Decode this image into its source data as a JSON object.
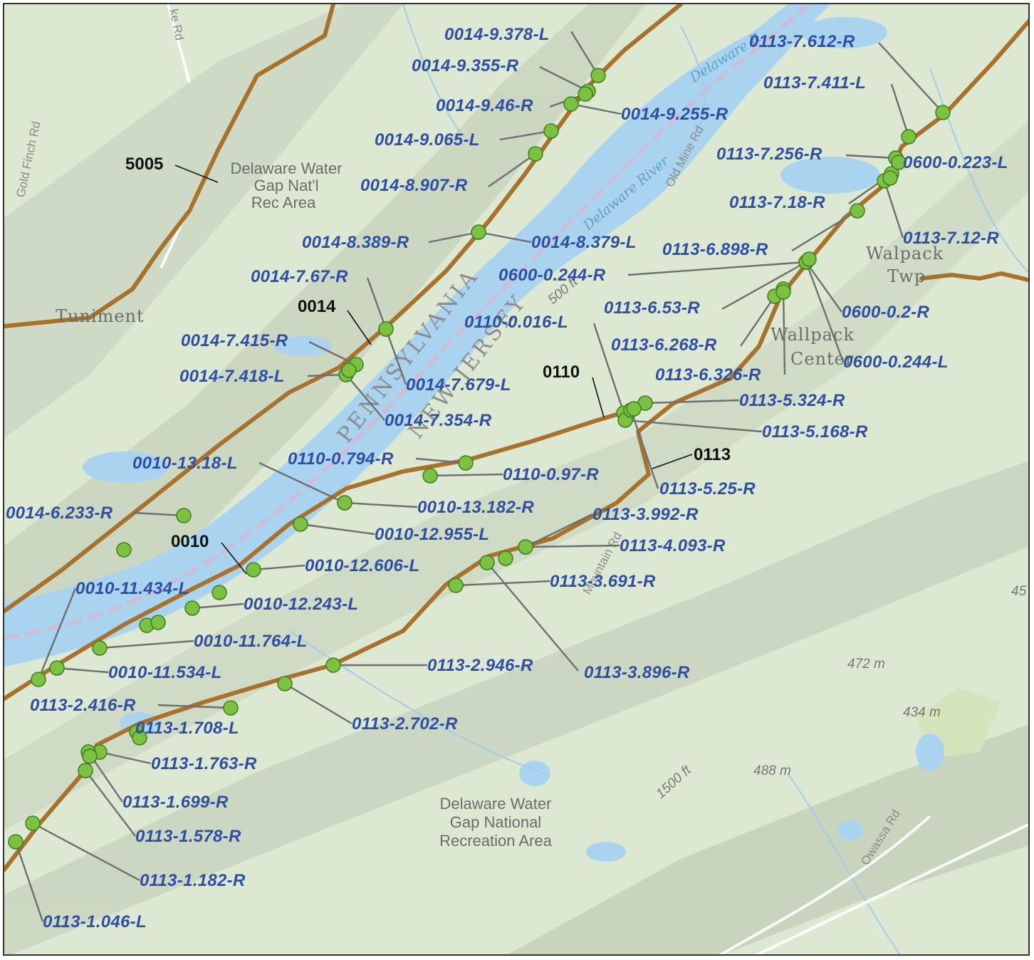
{
  "colors": {
    "route": "#a8712c",
    "site_fill": "#7dc142",
    "site_stroke": "#3f7d1f",
    "leader": "#6e6e6e",
    "callout_text": "#2e4fa3",
    "water": "#a9d3ef",
    "land": "#dfe9d6"
  },
  "routes": [
    {
      "label": "5005"
    },
    {
      "label": "0014"
    },
    {
      "label": "0010"
    },
    {
      "label": "0110"
    },
    {
      "label": "0113"
    }
  ],
  "sites": [
    "0014-9.378-L",
    "0014-9.355-R",
    "0014-9.46-R",
    "0014-9.255-R",
    "0014-9.065-L",
    "0014-8.907-R",
    "0014-8.389-R",
    "0014-8.379-L",
    "0014-7.67-R",
    "0014-7.415-R",
    "0014-7.418-L",
    "0014-7.679-L",
    "0014-7.354-R",
    "0014-6.233-R",
    "0010-13.18-L",
    "0010-13.182-R",
    "0010-12.955-L",
    "0010-12.606-L",
    "0010-12.243-L",
    "0010-11.764-L",
    "0010-11.534-L",
    "0010-11.434-L",
    "0110-0.016-L",
    "0110-0.794-R",
    "0110-0.97-R",
    "0113-7.612-R",
    "0113-7.411-L",
    "0113-7.256-R",
    "0600-0.223-L",
    "0113-7.18-R",
    "0113-7.12-R",
    "0113-6.898-R",
    "0600-0.244-R",
    "0113-6.53-R",
    "0600-0.2-R",
    "0113-6.268-R",
    "0600-0.244-L",
    "0113-6.326-R",
    "0113-5.324-R",
    "0113-5.168-R",
    "0113-5.25-R",
    "0113-3.992-R",
    "0113-4.093-R",
    "0113-3.691-R",
    "0113-3.896-R",
    "0113-2.946-R",
    "0113-2.702-R",
    "0113-2.416-R",
    "0113-1.708-L",
    "0113-1.763-R",
    "0113-1.699-R",
    "0113-1.578-R",
    "0113-1.182-R",
    "0113-1.046-L"
  ],
  "places": {
    "dwg_nra_top": [
      "Delaware Water",
      "Gap Nat'l",
      "Rec Area"
    ],
    "dwg_nra_bottom": [
      "Delaware Water",
      "Gap National",
      "Recreation Area"
    ],
    "tuniment": "Tuniment",
    "walpack_twp": [
      "Walpack",
      "Twp"
    ],
    "walpack_center": [
      "Wallpack",
      "Center"
    ],
    "pennsylvania": "PENNSYLVANIA",
    "new_jersey": "NEW JERSEY",
    "delaware_river": "Delaware River",
    "delaware_r": "Delaware R",
    "old_mine_rd": "Old Mine Rd",
    "owassa_rd": "Owassa Rd",
    "mountain_rd": "Mountain Rd",
    "gold_finch_rd": "Gold Finch Rd",
    "lake_rd": "ke Rd",
    "elev_472": "472 m",
    "elev_434": "434 m",
    "elev_488": "488 m",
    "elev_1500": "1500 ft",
    "elev_500": "500 ft",
    "edge_45": "45"
  }
}
